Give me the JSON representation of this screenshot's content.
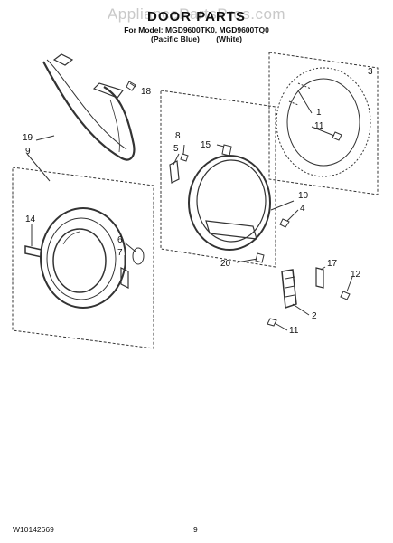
{
  "watermark": "AppliancePartsPros.com",
  "header": {
    "title": "DOOR PARTS",
    "model_line": "For Model: MGD9600TK0, MGD9600TQ0",
    "color_1": "(Pacific Blue)",
    "color_2": "(White)"
  },
  "callouts": {
    "c19": "19",
    "c18": "18",
    "c9": "9",
    "c8": "8",
    "c5": "5",
    "c15": "15",
    "c1": "1",
    "c11a": "11",
    "c10": "10",
    "c4": "4",
    "c14": "14",
    "c6": "6",
    "c7": "7",
    "c20": "20",
    "c17": "17",
    "c12": "12",
    "c2": "2",
    "c11b": "11",
    "c3": "3"
  },
  "footer": {
    "doc_number": "W10142669",
    "page_number": "9"
  }
}
